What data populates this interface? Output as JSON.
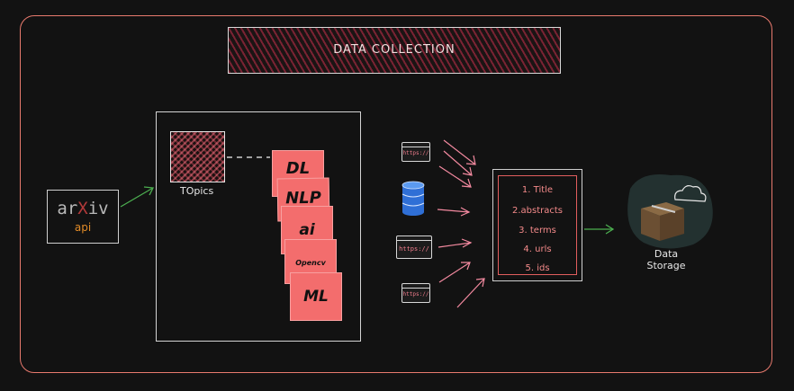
{
  "title": "DATA COLLECTION",
  "source": {
    "logo": "arXiv",
    "logo_pre": "ar",
    "logo_x": "X",
    "logo_post": "iv",
    "api_label": "api"
  },
  "topics": {
    "label": "TOpics",
    "items": [
      "DL",
      "NLP",
      "ai",
      "Opencv",
      "ML"
    ]
  },
  "sources": {
    "url_label": "https://"
  },
  "fields": [
    "1. Title",
    "2.abstracts",
    "3. terms",
    "4. urls",
    "5. ids"
  ],
  "storage": {
    "line1": "Data",
    "line2": "Storage"
  },
  "colors": {
    "frame": "#e87a6e",
    "note": "#f36d6d",
    "arrow_pink": "#f48aa0",
    "arrow_green": "#4caf50",
    "field_text": "#f48a8a"
  }
}
